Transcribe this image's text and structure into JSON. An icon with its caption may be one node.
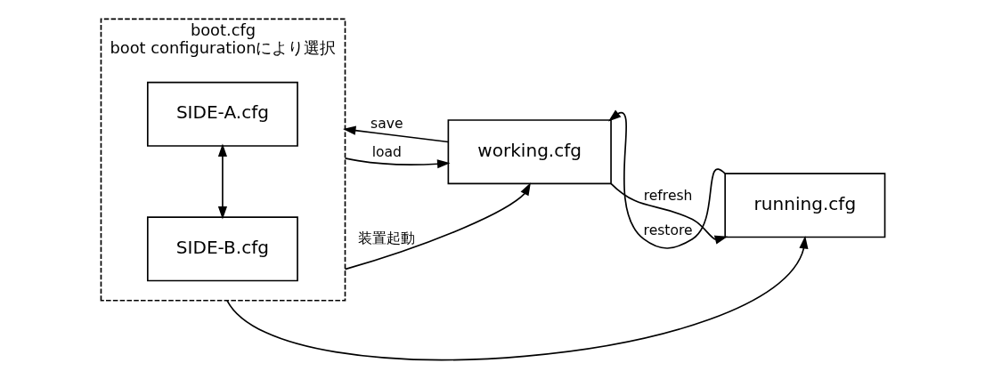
{
  "diagram": {
    "nodes": [
      {
        "text": [
          "boot.cfg",
          "boot configurationにより選択"
        ]
      },
      {
        "text": [
          "SIDE-A.cfg"
        ],
        "in": 0
      },
      {
        "text": [
          "SIDE-B.cfg"
        ],
        "in": 0
      },
      {
        "text": [
          "working.cfg"
        ]
      },
      {
        "text": [
          "running.cfg"
        ]
      }
    ],
    "edges": [
      {
        "from": 2,
        "to": 1,
        "arrow": "both"
      },
      {
        "from": 3,
        "to": 0,
        "arrow": "to",
        "label": "save"
      },
      {
        "from": 0,
        "to": 3,
        "arrow": "to",
        "label": "load"
      },
      {
        "from": 4,
        "to": 3,
        "arrow": "to",
        "label": "restore"
      },
      {
        "from": 3,
        "to": 4,
        "arrow": "to",
        "label": "refresh"
      },
      {
        "from": 0,
        "to": 3,
        "arrow": "to",
        "label": "装置起動"
      },
      {
        "from": 0,
        "to": 4,
        "arrow": "to"
      }
    ]
  }
}
